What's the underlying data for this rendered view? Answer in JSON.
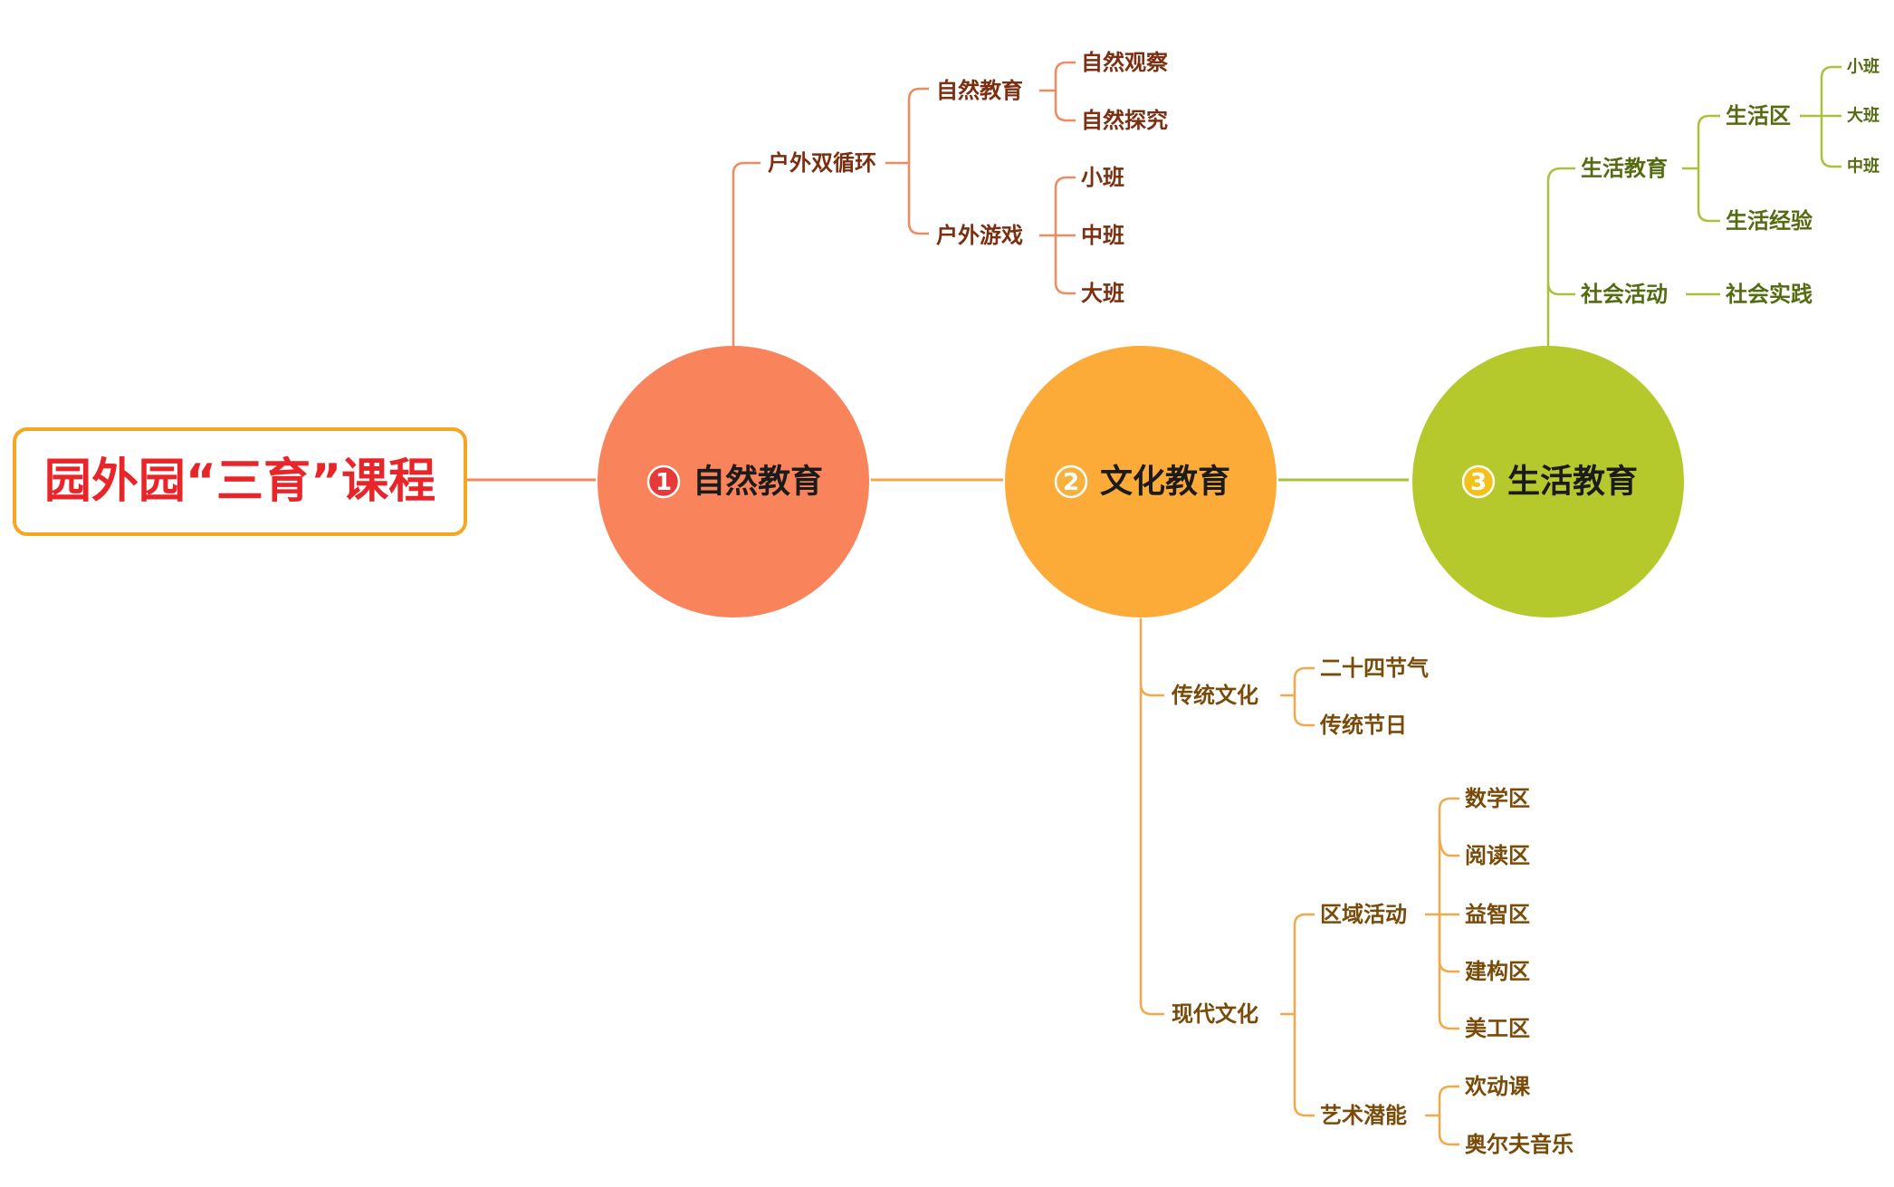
{
  "title": "园外园“三育”课程",
  "colors": {
    "title_text": "#e8262a",
    "title_border": "#f5a623",
    "nature": "#f9835a",
    "nature_num": "#e63a3a",
    "nature_line": "#f08a60",
    "nature_text": "#7b2e10",
    "culture": "#fcab38",
    "culture_num": "#f6b23c",
    "culture_line": "#f5a84a",
    "culture_text": "#7a4a09",
    "life": "#b6c92c",
    "life_num": "#f2c21a",
    "life_line": "#a9c23c",
    "life_text": "#556b12"
  },
  "nodes": {
    "nature": {
      "number": "1",
      "label": "自然教育",
      "outdoor_cycle": "户外双循环",
      "nature_edu": "自然教育",
      "nature_observe": "自然观察",
      "nature_explore": "自然探究",
      "outdoor_games": "户外游戏",
      "class_small": "小班",
      "class_middle": "中班",
      "class_big": "大班"
    },
    "culture": {
      "number": "2",
      "label": "文化教育",
      "traditional": "传统文化",
      "solar_terms": "二十四节气",
      "festivals": "传统节日",
      "modern": "现代文化",
      "area_activities": "区域活动",
      "math_area": "数学区",
      "reading_area": "阅读区",
      "puzzle_area": "益智区",
      "building_area": "建构区",
      "art_area": "美工区",
      "art_potential": "艺术潜能",
      "joy_class": "欢动课",
      "orff_music": "奥尔夫音乐"
    },
    "life": {
      "number": "3",
      "label": "生活教育",
      "life_edu": "生活教育",
      "life_area": "生活区",
      "class_small": "小班",
      "class_big": "大班",
      "class_middle": "中班",
      "life_experience": "生活经验",
      "social_activity": "社会活动",
      "social_practice": "社会实践"
    }
  }
}
